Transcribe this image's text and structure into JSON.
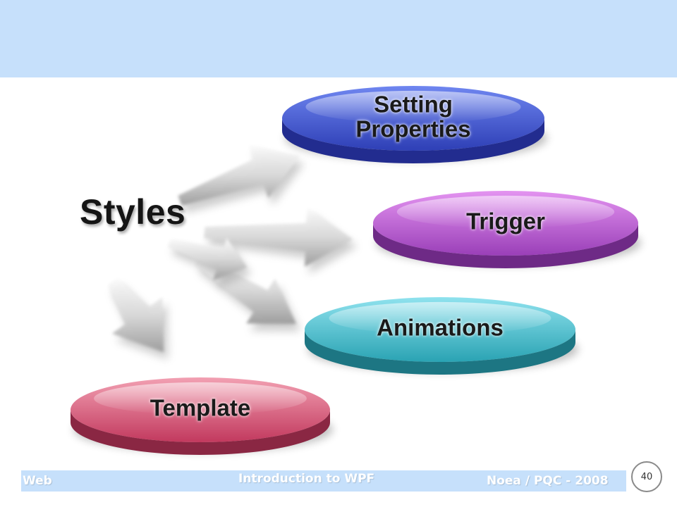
{
  "slide": {
    "main_label": "Styles",
    "items": [
      {
        "label_lines": [
          "Setting",
          "Properties"
        ],
        "top": "#6f86f0",
        "bottom": "#2e3fb6",
        "side": "#222c8f"
      },
      {
        "label_lines": [
          "Trigger"
        ],
        "top": "#e393f0",
        "bottom": "#9a3fb8",
        "side": "#6e2a86"
      },
      {
        "label_lines": [
          "Animations"
        ],
        "top": "#8fe2ee",
        "bottom": "#2aa3b3",
        "side": "#1d7683"
      },
      {
        "label_lines": [
          "Template"
        ],
        "top": "#f2a0b2",
        "bottom": "#c2395e",
        "side": "#8a2743"
      }
    ]
  },
  "footer": {
    "left": "Web",
    "center": "Introduction to WPF",
    "right": "Noea / PQC - 2008",
    "page_number": "40"
  },
  "colors": {
    "band": "#c6e0fb",
    "arrow_light": "#f2f2f2",
    "arrow_dark": "#9a9a9a"
  }
}
